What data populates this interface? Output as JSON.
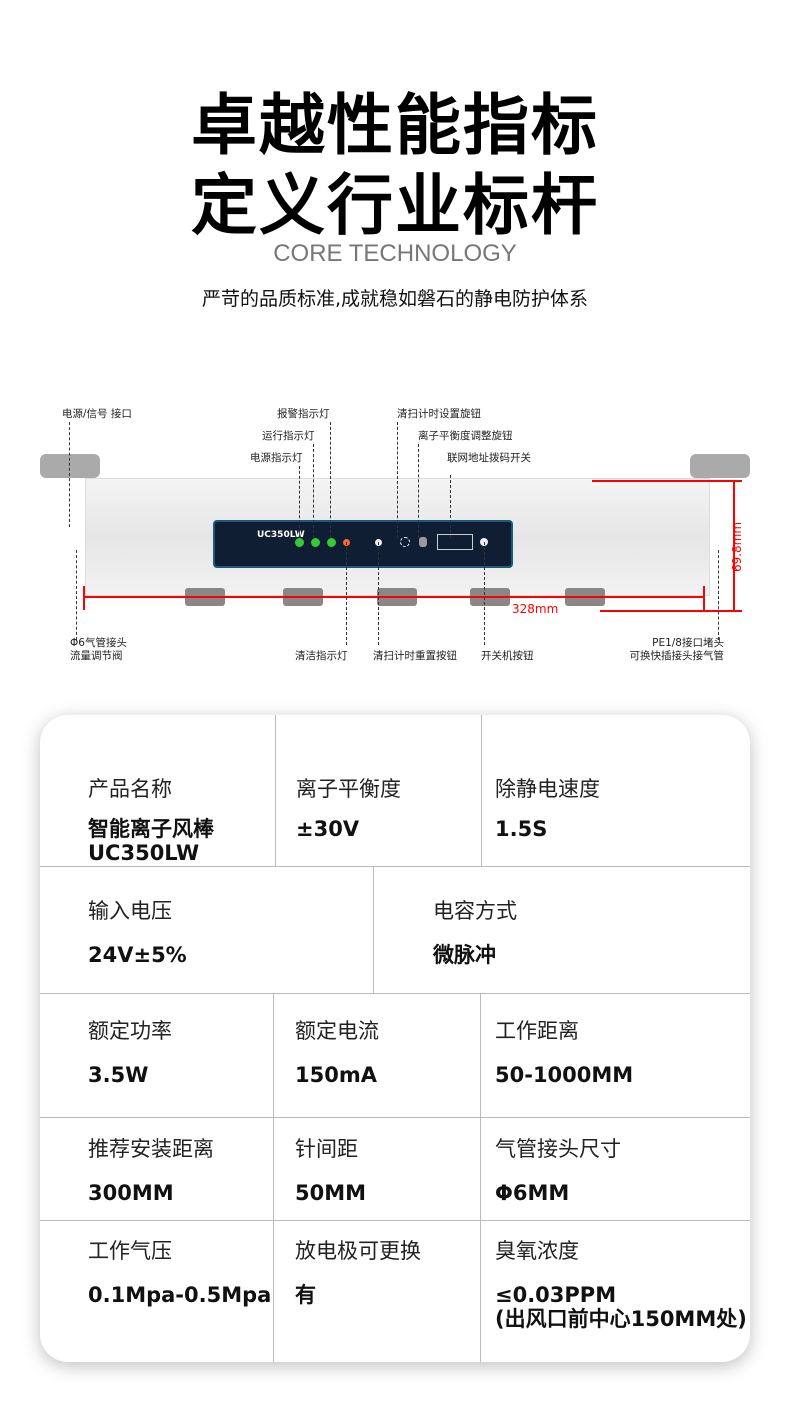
{
  "header": {
    "title_line1": "卓越性能指标",
    "title_line2": "定义行业标杆",
    "core": "CORE TECHNOLOGY",
    "subtitle": "严苛的品质标准,成就稳如磐石的静电防护体系"
  },
  "diagram": {
    "labels": {
      "power_signal": "电源/信号 接口",
      "alarm": "报警指示灯",
      "run": "运行指示灯",
      "power_led": "电源指示灯",
      "clean_timer_knob": "清扫计时设置旋钮",
      "ion_balance_knob": "离子平衡度调整旋钮",
      "address_switch": "联网地址拨码开关",
      "tube_connector": "Φ6气管接头\n流量调节阀",
      "clean_led": "清洁指示灯",
      "timer_reset": "清扫计时重置按钮",
      "power_button": "开关机按钮",
      "pe_plug": "PE1/8接口堵头\n可换快插接头接气管"
    },
    "model": "UC350LW",
    "height_dim": "69.8mm",
    "length_dim": "328mm"
  },
  "specs": {
    "rows": [
      [
        {
          "k": "产品名称",
          "v": "智能离子风棒\nUC350LW"
        },
        {
          "k": "离子平衡度",
          "v": "±30V"
        },
        {
          "k": "除静电速度",
          "v": "1.5S"
        }
      ],
      [
        {
          "k": "输入电压",
          "v": "24V±5%"
        },
        {
          "k": "电容方式",
          "v": "微脉冲"
        }
      ],
      [
        {
          "k": "额定功率",
          "v": "3.5W"
        },
        {
          "k": "额定电流",
          "v": "150mA"
        },
        {
          "k": "工作距离",
          "v": "50-1000MM"
        }
      ],
      [
        {
          "k": "推荐安装距离",
          "v": "300MM"
        },
        {
          "k": "针间距",
          "v": "50MM"
        },
        {
          "k": "气管接头尺寸",
          "v": "Φ6MM"
        }
      ],
      [
        {
          "k": "工作气压",
          "v": "0.1Mpa-0.5Mpa"
        },
        {
          "k": "放电极可更换",
          "v": "有"
        },
        {
          "k": "臭氧浓度",
          "v": "≤0.03PPM\n(出风口前中心150MM处)"
        }
      ]
    ]
  }
}
